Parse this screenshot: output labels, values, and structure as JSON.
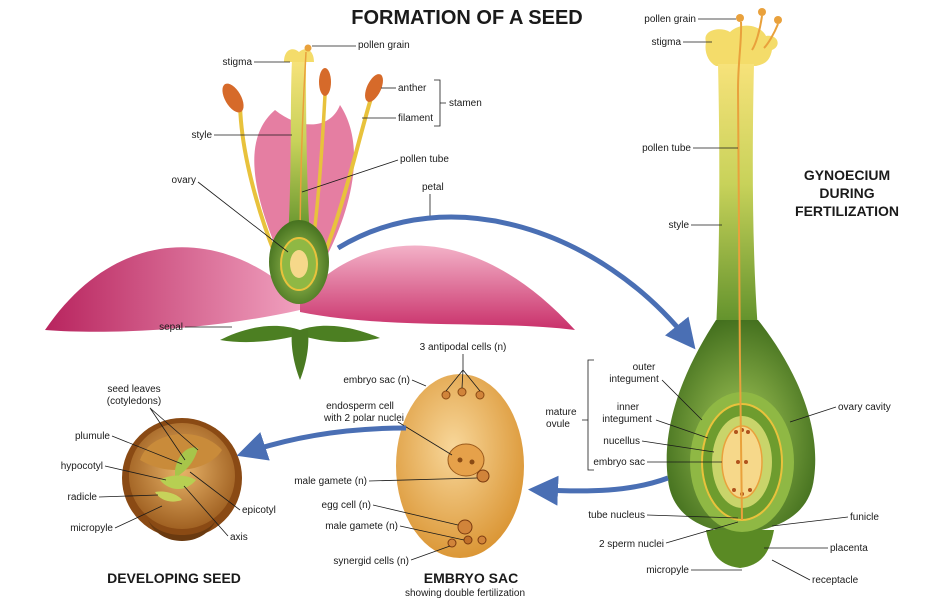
{
  "title": "FORMATION OF A SEED",
  "headings": {
    "gynoecium": [
      "GYNOECIUM",
      "DURING",
      "FERTILIZATION"
    ],
    "embryo_sac": "EMBRYO SAC",
    "embryo_sac_sub": "showing double fertilization",
    "developing_seed": "DEVELOPING SEED"
  },
  "flower_labels": {
    "stigma": "stigma",
    "pollen_grain": "pollen grain",
    "anther": "anther",
    "filament": "filament",
    "stamen": "stamen",
    "style": "style",
    "pollen_tube": "pollen tube",
    "ovary": "ovary",
    "petal": "petal",
    "sepal": "sepal"
  },
  "gynoecium_labels": {
    "pollen_grain": "pollen grain",
    "stigma": "stigma",
    "pollen_tube": "pollen tube",
    "style": "style",
    "outer_integument": [
      "outer",
      "integument"
    ],
    "inner_integument": [
      "inner",
      "integument"
    ],
    "mature_ovule": [
      "mature",
      "ovule"
    ],
    "nucellus": "nucellus",
    "embryo_sac": "embryo sac",
    "ovary_cavity": "ovary cavity",
    "tube_nucleus": "tube nucleus",
    "sperm_nuclei": "2 sperm nuclei",
    "micropyle": "micropyle",
    "funicle": "funicle",
    "placenta": "placenta",
    "receptacle": "receptacle"
  },
  "embryo_sac_labels": {
    "antipodal": "3 antipodal cells (n)",
    "embryo_sac": "embryo sac (n)",
    "endosperm": [
      "endosperm cell",
      "with 2 polar nuclei"
    ],
    "male_gamete_1": "male gamete (n)",
    "egg_cell": "egg cell (n)",
    "male_gamete_2": "male gamete (n)",
    "synergid": "synergid cells (n)"
  },
  "seed_labels": {
    "seed_leaves": [
      "seed leaves",
      "(cotyledons)"
    ],
    "plumule": "plumule",
    "hypocotyl": "hypocotyl",
    "radicle": "radicle",
    "micropyle": "micropyle",
    "epicotyl": "epicotyl",
    "axis": "axis"
  },
  "colors": {
    "petal": "#d9507a",
    "petal_light": "#f2a8c0",
    "green": "#6f9c2c",
    "green_dark": "#3f6b1c",
    "yellow": "#f4dc6a",
    "orange": "#e9a13c",
    "arrow": "#4a6fb4"
  }
}
